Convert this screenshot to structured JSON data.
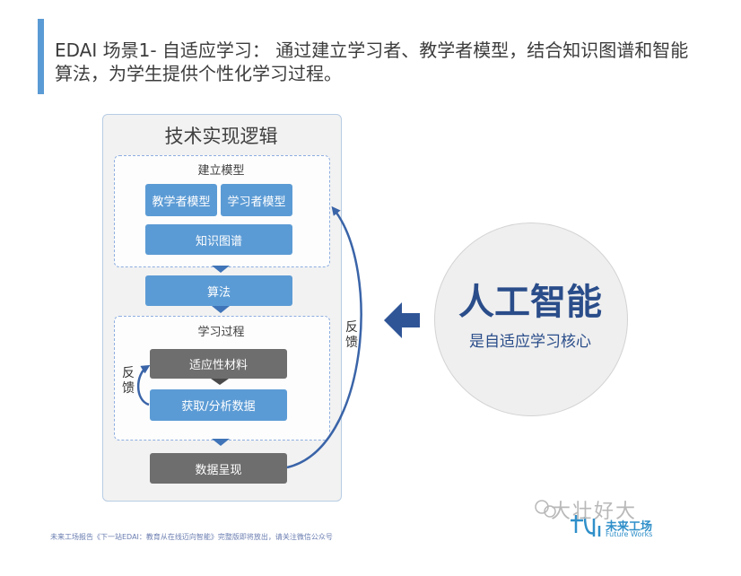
{
  "header": {
    "title": "EDAI 场景1- 自适应学习： 通过建立学习者、教学者模型，结合知识图谱和智能算法，为学生提供个性化学习过程。"
  },
  "logic_panel": {
    "title": "技术实现逻辑",
    "model_group": {
      "label": "建立模型",
      "teacher_model": "教学者模型",
      "learner_model": "学习者模型",
      "knowledge_graph": "知识图谱"
    },
    "algorithm": "算法",
    "learning_group": {
      "label": "学习过程",
      "adaptive_material": "适应性材料",
      "acquire_analyze": "获取/分析数据",
      "inner_feedback": "反馈"
    },
    "data_presentation": "数据呈现",
    "outer_feedback": "反馈"
  },
  "core": {
    "title": "人工智能",
    "subtitle": "是自适应学习核心"
  },
  "footer": {
    "note": "未来工场报告《下一站EDAI：教育从在线迈向智能》完整版即将放出，请关注微信公众号"
  },
  "watermark": {
    "text": "大壮好大"
  },
  "logo": {
    "name": "未来工场",
    "sub": "Future Works"
  },
  "colors": {
    "accent": "#5b9bd5",
    "box_blue": "#5b9bd5",
    "box_gray": "#6e6e6e",
    "dark_blue": "#2a4d8a",
    "arrow_blue": "#3a64a8"
  }
}
